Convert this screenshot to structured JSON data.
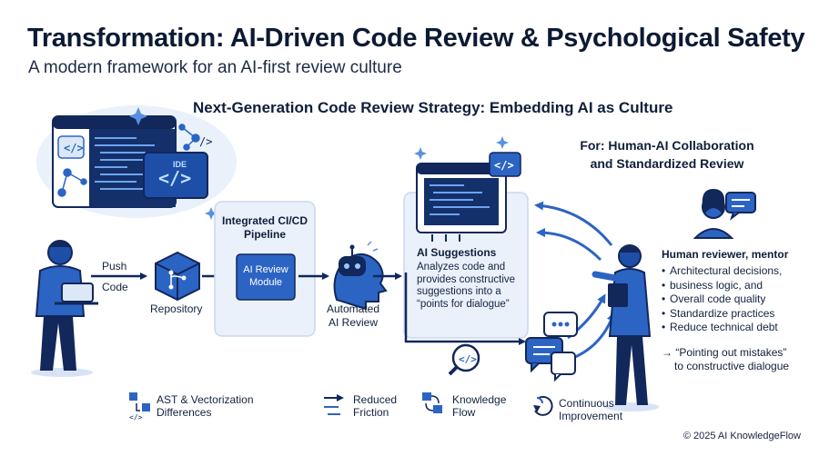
{
  "header": {
    "title": "Transformation: AI-Driven Code Review & Psychological Safety",
    "subtitle": "A modern framework for an AI-first review culture"
  },
  "diagram": {
    "strategy_title": "Next-Generation Code Review Strategy: Embedding AI as Culture",
    "for_title_line1": "For: Human-AI Collaboration",
    "for_title_line2": "and Standardized Review",
    "ide_label": "IDE",
    "push_label": "Push",
    "code_label": "Code",
    "repository_label": "Repository",
    "pipeline_title_line1": "Integrated CI/CD",
    "pipeline_title_line2": "Pipeline",
    "ai_module_line1": "AI Review",
    "ai_module_line2": "Module",
    "automated_line1": "Automated",
    "automated_line2": "AI Review",
    "suggestions_title": "AI Suggestions",
    "suggestions_text": [
      "Analyzes code and",
      "provides constructive",
      "suggestions into a",
      "“points for dialogue”"
    ],
    "reviewer_title": "Human reviewer, mentor",
    "reviewer_bullets": [
      "Architectural decisions,",
      "business logic, and",
      "Overall code quality",
      "Standardize practices",
      "Reduce technical debt"
    ],
    "transition_line1": "→ “Pointing out mistakes”",
    "transition_line2": "to constructive dialogue"
  },
  "legend": [
    {
      "icon": "vectorization-icon",
      "line1": "AST & Vectorization",
      "line2": "Differences"
    },
    {
      "icon": "reduced-friction-icon",
      "line1": "Reduced",
      "line2": "Friction"
    },
    {
      "icon": "knowledge-flow-icon",
      "line1": "Knowledge",
      "line2": "Flow"
    },
    {
      "icon": "continuous-improvement-icon",
      "line1": "Continuous",
      "line2": "Improvement"
    }
  ],
  "footer": {
    "copyright": "© 2025 AI KnowledgeFlow"
  },
  "colors": {
    "primary": "#2c64c4",
    "dark": "#12275a",
    "light": "#e8f0fa",
    "accent": "#5b8fe0"
  }
}
